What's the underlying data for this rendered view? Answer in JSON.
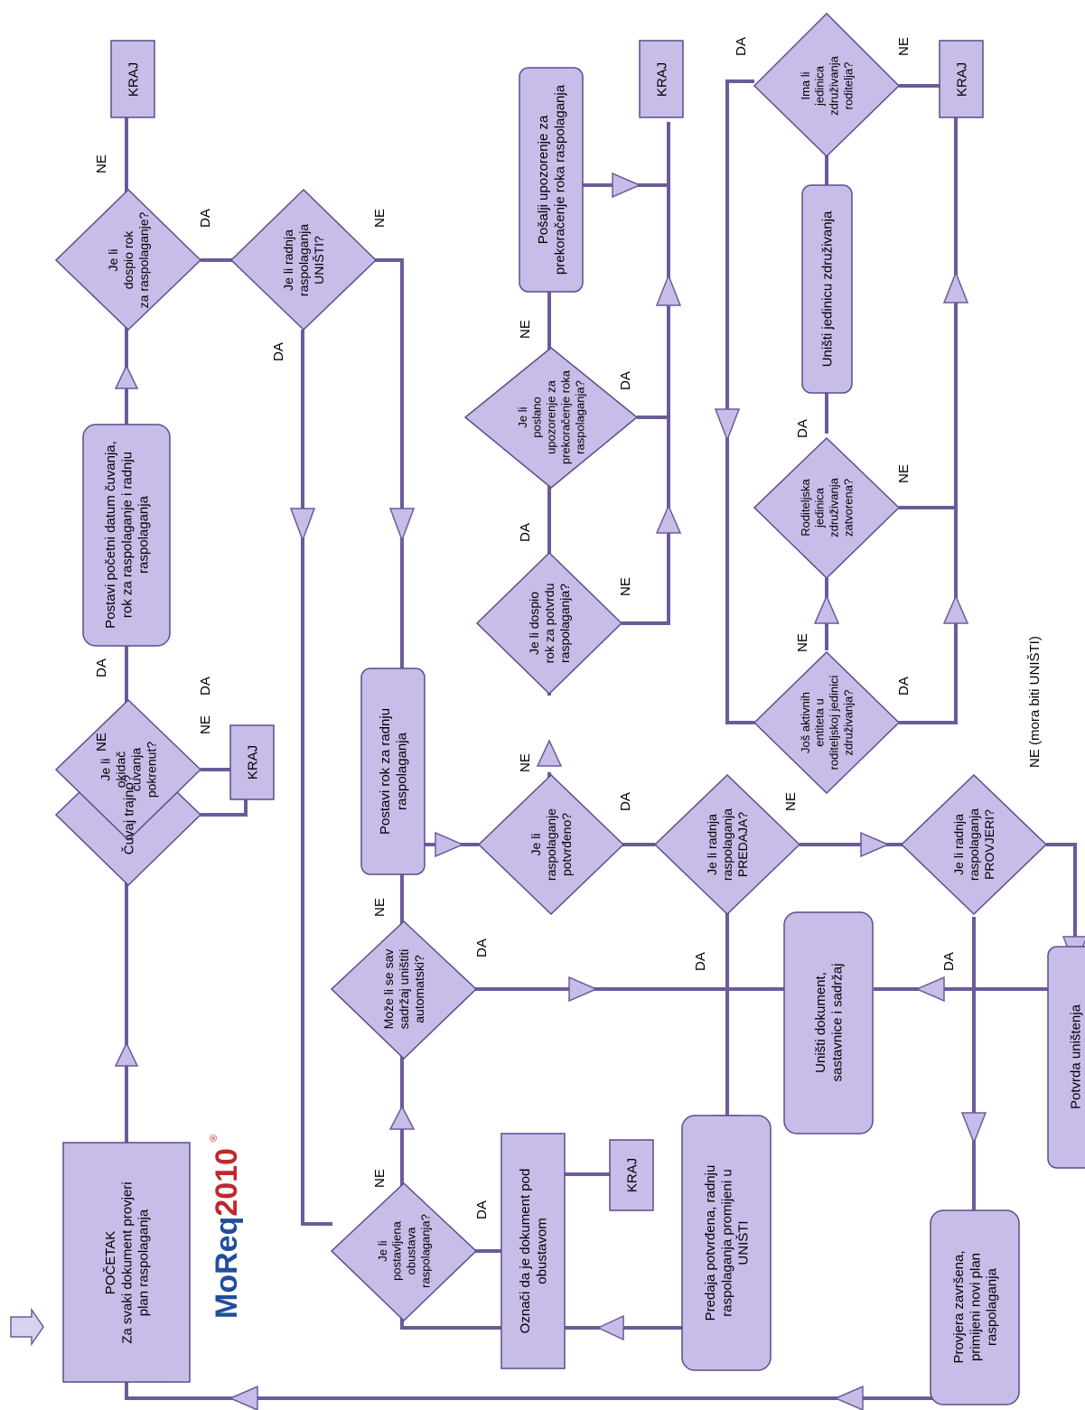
{
  "nodes": {
    "start": [
      "POČETAK",
      "Za svaki dokument provjeri",
      "plan raspolaganja"
    ],
    "keep_forever": [
      "Čuvaj trajno?"
    ],
    "trigger": [
      "Je li",
      "okidač",
      "čuvanja",
      "pokrenut?"
    ],
    "kraj_trigger": [
      "KRAJ"
    ],
    "set_dates": [
      "Postavi početni datum čuvanja,",
      "rok za raspolaganje i radnju",
      "raspolaganja"
    ],
    "due": [
      "Je li",
      "dospio rok",
      "za raspolaganje?"
    ],
    "kraj_top": [
      "KRAJ"
    ],
    "destroy_q": [
      "Je li radnja",
      "raspolaganja",
      "UNIŠTI?"
    ],
    "hold_q": [
      "Je li",
      "postavljena",
      "obustava",
      "raspolaganja?"
    ],
    "mark_hold": [
      "Označi da je dokument pod",
      "obustavom"
    ],
    "kraj_hold": [
      "KRAJ"
    ],
    "auto_destroy_q": [
      "Može li se sav",
      "sadržaj uništiti",
      "automatski?"
    ],
    "set_deadline": [
      "Postavi rok za radnju",
      "raspolaganja"
    ],
    "confirmed_q": [
      "Je li",
      "raspolaganje",
      "potvrđeno?"
    ],
    "confirm_due_q": [
      "Je li dospio",
      "rok za potvrdu",
      "raspolaganja?"
    ],
    "warning_sent_q": [
      "Je li",
      "poslano",
      "upozorenje za",
      "prekoračenje roka",
      "raspolaganja?"
    ],
    "send_warning": [
      "Pošalji upozorenje za",
      "prekoračenje roka raspolaganja"
    ],
    "kraj_warn": [
      "KRAJ"
    ],
    "transfer_q": [
      "Je li radnja",
      "raspolaganja",
      "PREDAJA?"
    ],
    "transfer_done": [
      "Predaja potvrđena, radnju",
      "raspolaganja promijeni u",
      "UNIŠTI"
    ],
    "destroy_doc": [
      "Uništi dokument,",
      "sastavnice i sadržaj"
    ],
    "active_q": [
      "Još aktivnih",
      "entiteta u",
      "roditeljskoj jedinici",
      "združivanja?"
    ],
    "parent_closed_q": [
      "Roditeljska",
      "jedinica",
      "združivanja",
      "zatvorena?"
    ],
    "destroy_unit": [
      "Uništi jedinicu združivanja"
    ],
    "has_parent_q": [
      "Ima li",
      "jedinica",
      "združivanja",
      "roditelja?"
    ],
    "kraj_parent": [
      "KRAJ"
    ],
    "review_q": [
      "Je li radnja",
      "raspolaganja",
      "PROVJERI?"
    ],
    "review_done": [
      "Provjera završena,",
      "primijeni novi plan",
      "raspolaganja"
    ],
    "destroy_confirm": [
      "Potvrda uništenja"
    ]
  },
  "labels": {
    "ne": "NE",
    "da": "DA",
    "ne_must": "NE (mora biti UNIŠTI)"
  },
  "logo": {
    "text_a": "MoReq",
    "text_b": "2010",
    "reg": "®"
  },
  "colors": {
    "fill": "#c8bde8",
    "stroke": "#5b4d8c",
    "wire": "#6b5b9a",
    "logo_blue": "#1f4e9c",
    "logo_red": "#c0282d"
  }
}
